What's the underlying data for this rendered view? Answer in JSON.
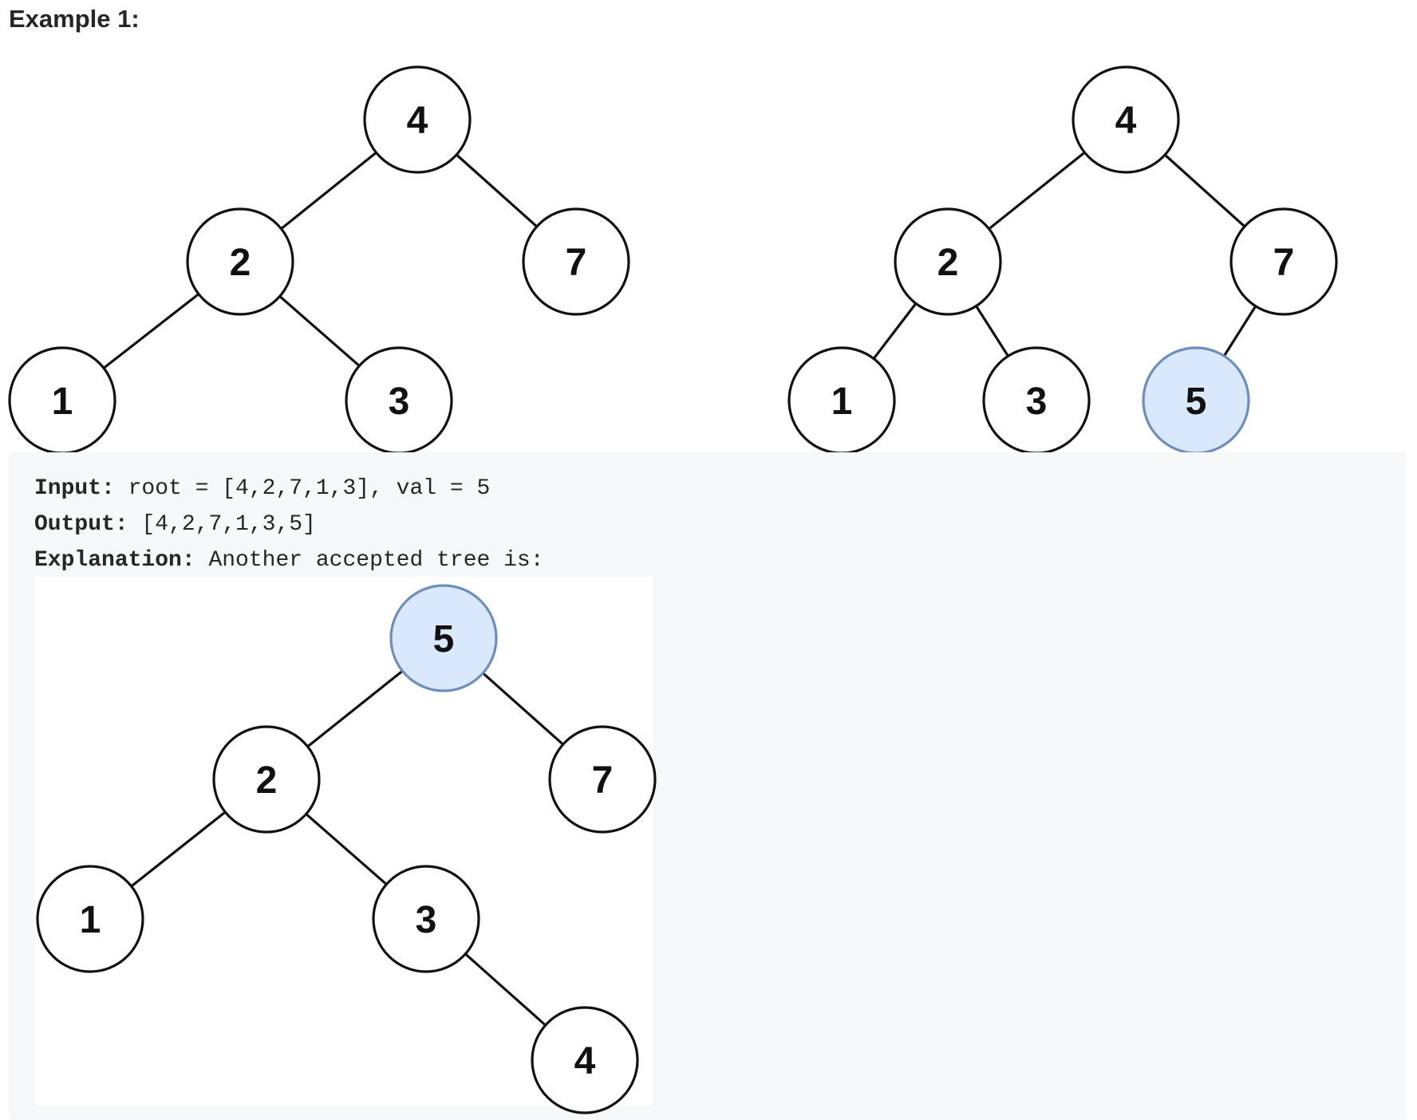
{
  "heading": "Example 1:",
  "example": {
    "input_label": "Input:",
    "input_value": " root = [4,2,7,1,3], val = 5",
    "output_label": "Output:",
    "output_value": " [4,2,7,1,3,5]",
    "explanation_label": "Explanation:",
    "explanation_value": " Another accepted tree is:"
  },
  "colors": {
    "node_fill": "#ffffff",
    "node_stroke": "#111111",
    "highlight_fill": "#dae8fc",
    "highlight_stroke": "#6c8ebf",
    "code_background": "#f7f8fa"
  },
  "trees": {
    "input_tree": {
      "nodes": [
        {
          "id": "a",
          "label": "4"
        },
        {
          "id": "b",
          "label": "2"
        },
        {
          "id": "c",
          "label": "7"
        },
        {
          "id": "d",
          "label": "1"
        },
        {
          "id": "e",
          "label": "3"
        }
      ],
      "edges": [
        [
          "a",
          "b"
        ],
        [
          "a",
          "c"
        ],
        [
          "b",
          "d"
        ],
        [
          "b",
          "e"
        ]
      ]
    },
    "output_tree": {
      "nodes": [
        {
          "id": "a",
          "label": "4"
        },
        {
          "id": "b",
          "label": "2"
        },
        {
          "id": "c",
          "label": "7"
        },
        {
          "id": "d",
          "label": "1"
        },
        {
          "id": "e",
          "label": "3"
        },
        {
          "id": "f",
          "label": "5",
          "highlight": true
        }
      ],
      "edges": [
        [
          "a",
          "b"
        ],
        [
          "a",
          "c"
        ],
        [
          "b",
          "d"
        ],
        [
          "b",
          "e"
        ],
        [
          "c",
          "f"
        ]
      ]
    },
    "alternative_tree": {
      "nodes": [
        {
          "id": "a",
          "label": "5",
          "highlight": true
        },
        {
          "id": "b",
          "label": "2"
        },
        {
          "id": "c",
          "label": "7"
        },
        {
          "id": "d",
          "label": "1"
        },
        {
          "id": "e",
          "label": "3"
        },
        {
          "id": "g",
          "label": "4"
        }
      ],
      "edges": [
        [
          "a",
          "b"
        ],
        [
          "a",
          "c"
        ],
        [
          "b",
          "d"
        ],
        [
          "b",
          "e"
        ],
        [
          "e",
          "g"
        ]
      ]
    }
  }
}
